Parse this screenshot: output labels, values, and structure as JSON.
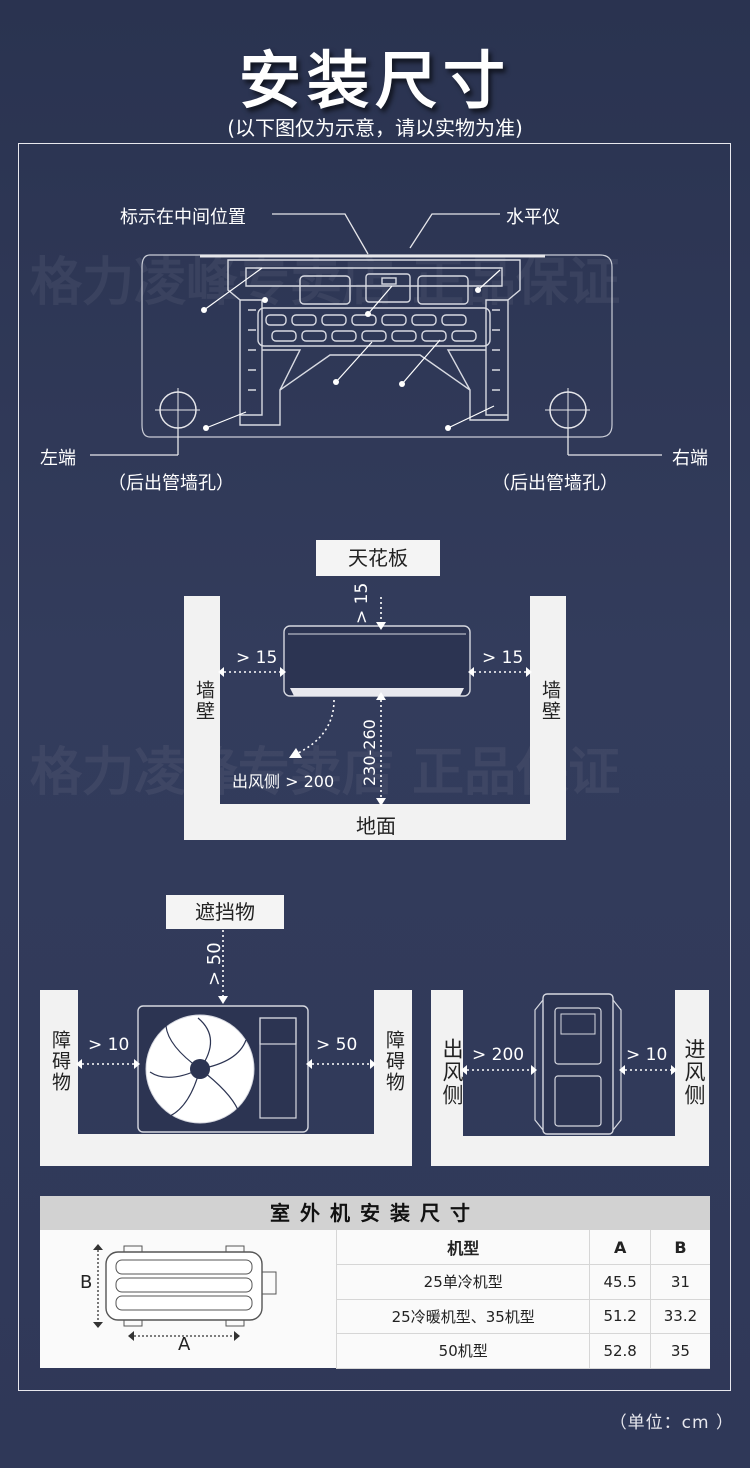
{
  "title": "安装尺寸",
  "subtitle": "(以下图仅为示意，请以实物为准)",
  "watermark": "格力凌峰专卖店 正品保证",
  "indoor_diagram": {
    "label_center": "标示在中间位置",
    "label_level": "水平仪",
    "label_left": "左端",
    "label_right": "右端",
    "label_left_hole": "（后出管墙孔）",
    "label_right_hole": "（后出管墙孔）"
  },
  "clearance_indoor": {
    "ceiling": "天花板",
    "top_gap": "> 15",
    "left_gap": "> 15",
    "right_gap": "> 15",
    "wall_left": "墙壁",
    "wall_right": "墙壁",
    "height_range": "230-260",
    "outlet_side": "出风侧 > 200",
    "floor": "地面"
  },
  "clearance_outdoor_front": {
    "top_obstacle": "遮挡物",
    "top_gap": "> 50",
    "left_obstacle": "障碍物",
    "right_obstacle": "障碍物",
    "left_gap": "> 10",
    "right_gap": "> 50"
  },
  "clearance_outdoor_side": {
    "outlet": "出风侧",
    "inlet": "进风侧",
    "outlet_gap": "> 200",
    "inlet_gap": "> 10"
  },
  "outdoor_table": {
    "title": "室外机安装尺寸",
    "dim_a": "A",
    "dim_b": "B",
    "headers": [
      "机型",
      "A",
      "B"
    ],
    "rows": [
      [
        "25单冷机型",
        "45.5",
        "31"
      ],
      [
        "25冷暖机型、35机型",
        "51.2",
        "33.2"
      ],
      [
        "50机型",
        "52.8",
        "35"
      ]
    ]
  },
  "unit_note": "（单位：cm ）"
}
